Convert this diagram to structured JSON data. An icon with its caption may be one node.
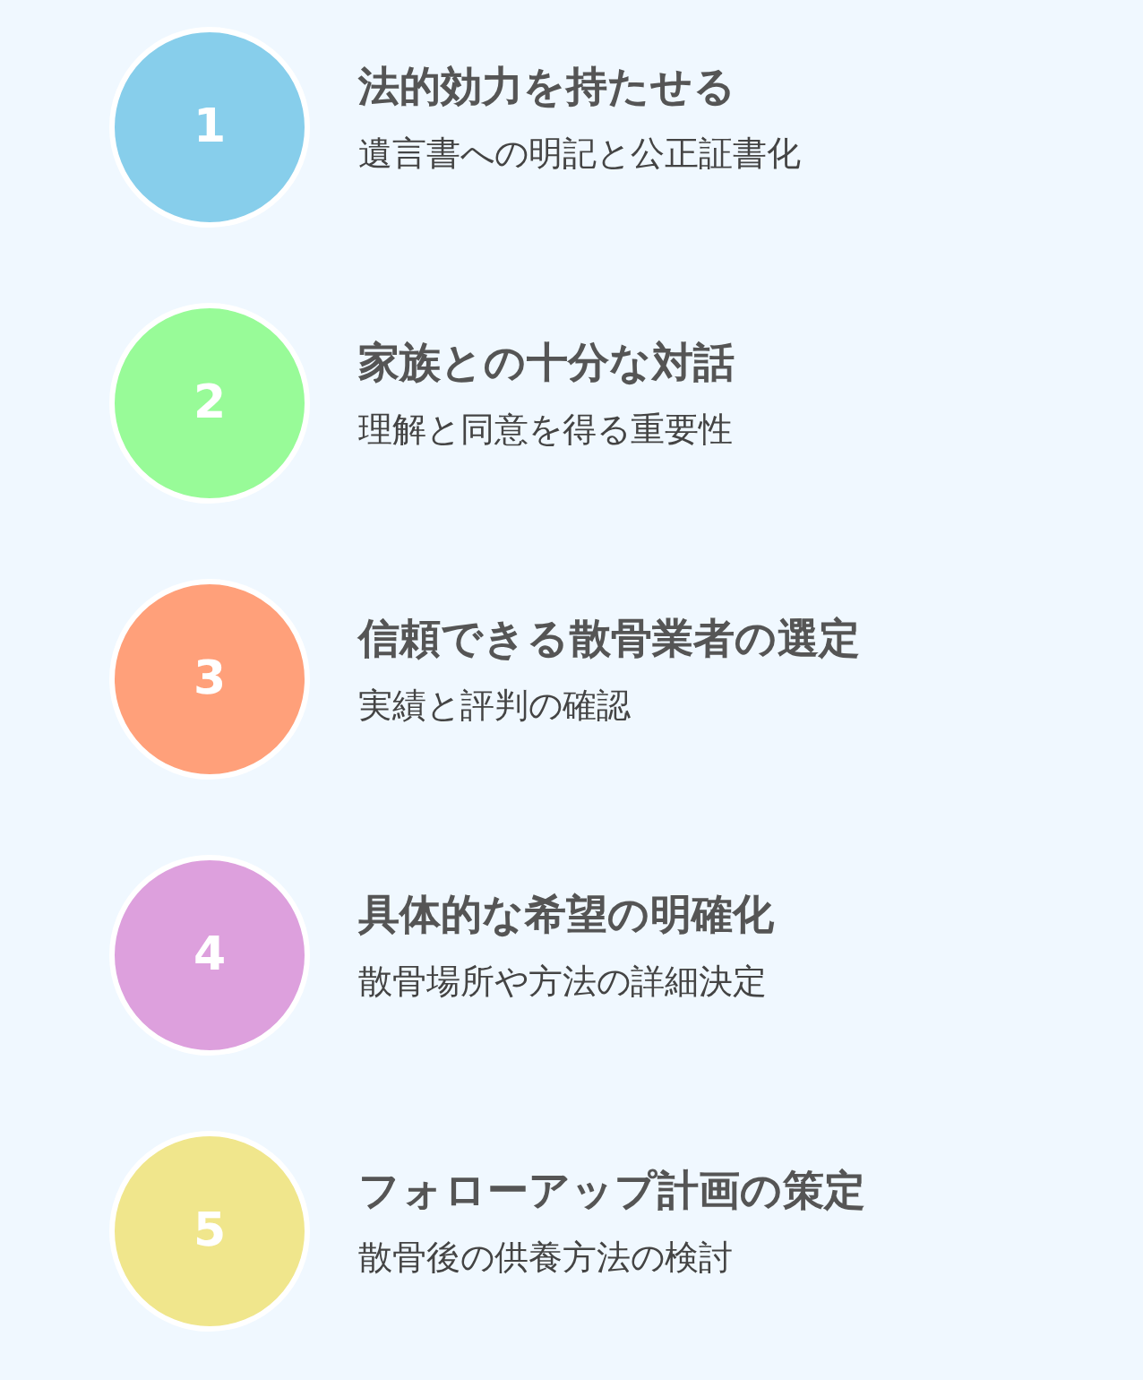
{
  "diagram": {
    "nodes": [
      {
        "text": [
          "1"
        ],
        "beside": [
          "法的効力を持たせる",
          "遺言書への明記と公正証書化"
        ]
      },
      {
        "text": [
          "2"
        ],
        "beside": [
          "家族との十分な対話",
          "理解と同意を得る重要性"
        ]
      },
      {
        "text": [
          "3"
        ],
        "beside": [
          "信頼できる散骨業者の選定",
          "実績と評判の確認"
        ]
      },
      {
        "text": [
          "4"
        ],
        "beside": [
          "具体的な希望の明確化",
          "散骨場所や方法の詳細決定"
        ]
      },
      {
        "text": [
          "5"
        ],
        "beside": [
          "フォローアップ計画の策定",
          "散骨後の供養方法の検討"
        ]
      }
    ]
  }
}
